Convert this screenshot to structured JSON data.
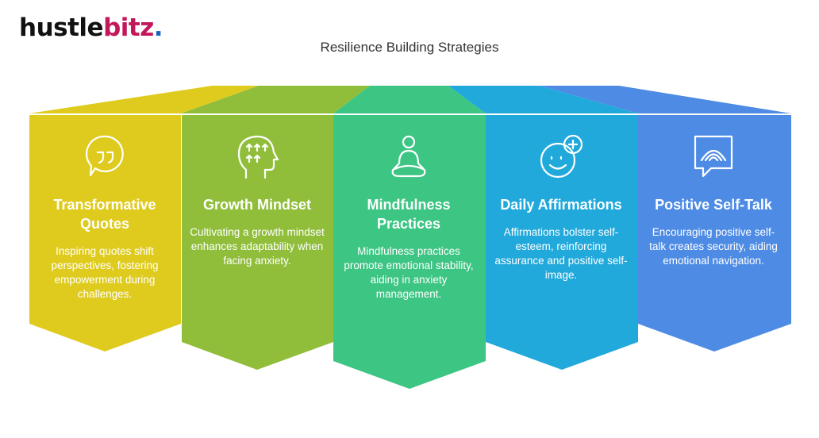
{
  "brand": {
    "part1": "hustle",
    "part2": "bitz",
    "dot": "."
  },
  "title": "Resilience Building Strategies",
  "colors": {
    "yellow": "#DFCB1E",
    "green": "#90BE3B",
    "teal": "#3DC583",
    "blue": "#21A9DB",
    "royal": "#4E8BE4"
  },
  "cards": [
    {
      "icon": "quote-bubble-icon",
      "heading": "Transformative Quotes",
      "text": "Inspiring quotes shift perspectives, fostering empowerment during challenges."
    },
    {
      "icon": "head-arrows-icon",
      "heading": "Growth Mindset",
      "text": "Cultivating a growth mindset enhances adaptability when facing anxiety."
    },
    {
      "icon": "meditation-icon",
      "heading": "Mindfulness Practices",
      "text": "Mindfulness practices promote emotional stability, aiding in anxiety management."
    },
    {
      "icon": "smile-plus-icon",
      "heading": "Daily Affirmations",
      "text": "Affirmations bolster self-esteem, reinforcing assurance and positive self-image."
    },
    {
      "icon": "speech-waves-icon",
      "heading": "Positive Self-Talk",
      "text": "Encouraging positive self-talk creates security, aiding emotional navigation."
    }
  ]
}
